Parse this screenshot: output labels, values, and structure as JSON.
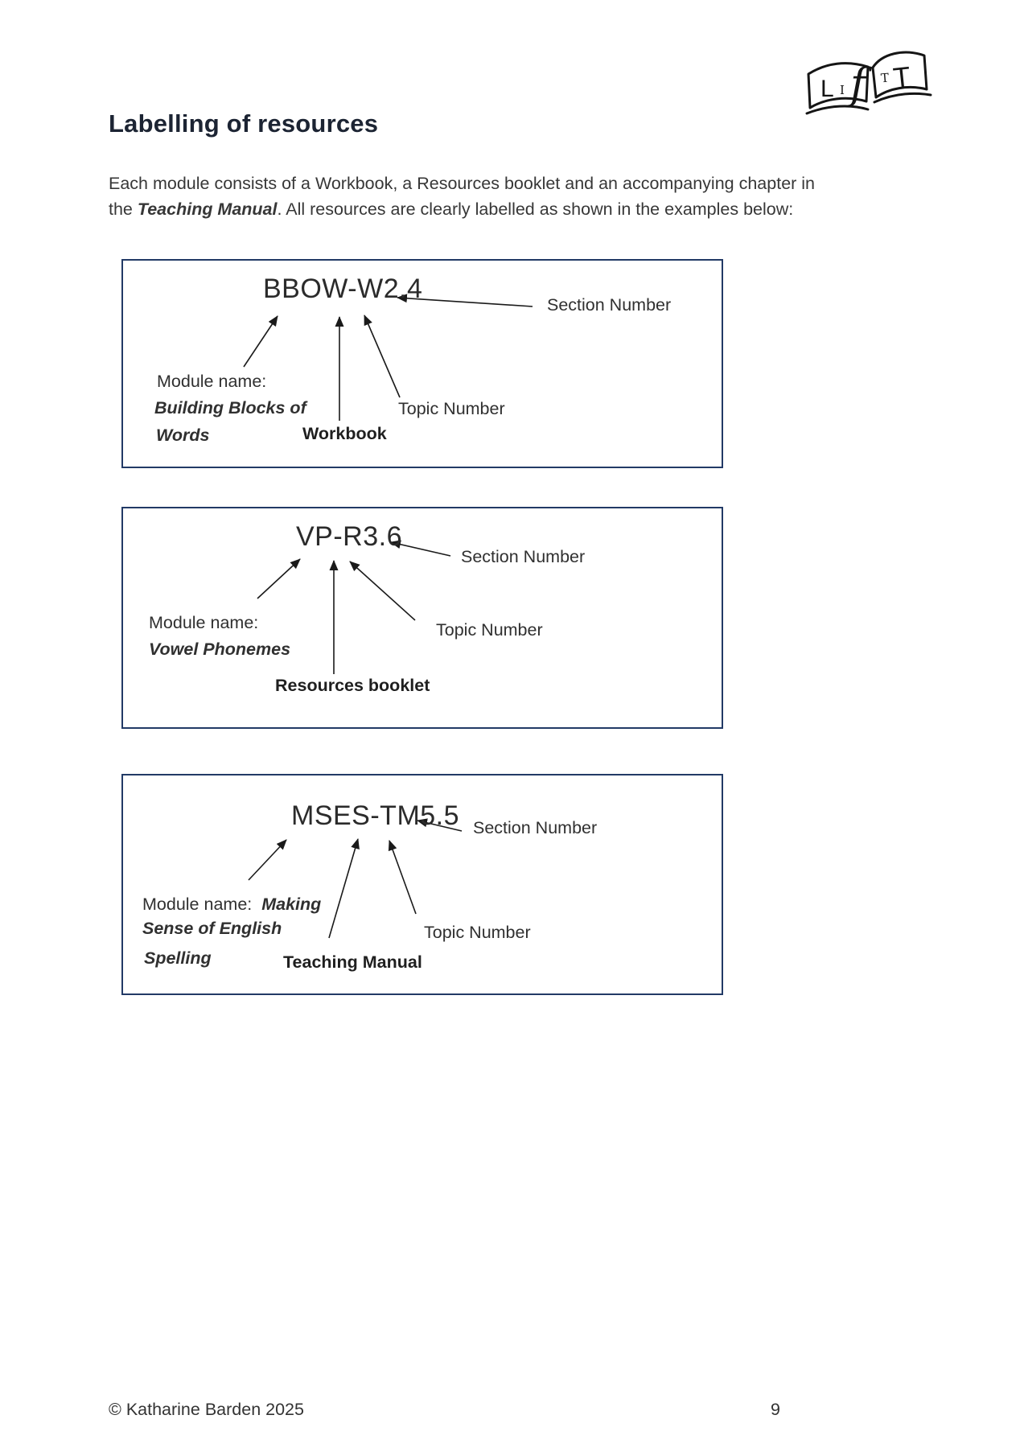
{
  "logo": {
    "alt": "LIfTT open book logo",
    "letters": [
      "L",
      "I",
      "f",
      "T",
      "T"
    ]
  },
  "heading": "Labelling of resources",
  "intro": {
    "line1": "Each module consists of a Workbook, a Resources booklet and an accompanying chapter in",
    "line2_prefix": "the ",
    "line2_emphasis": "Teaching Manual",
    "line2_suffix": ". All resources are clearly labelled as shown in the examples below:"
  },
  "boxes": [
    {
      "code": "BBOW-W2.4",
      "section_label": "Section Number",
      "topic_label": "Topic Number",
      "module_label": "Module name:",
      "module_name_line1": "Building Blocks of",
      "module_name_line2": "Words",
      "resource_label": "Workbook"
    },
    {
      "code": "VP-R3.6",
      "section_label": "Section Number",
      "topic_label": "Topic Number",
      "module_label": "Module name:",
      "module_name_line1": "Vowel Phonemes",
      "resource_label": "Resources booklet"
    },
    {
      "code": "MSES-TM5.5",
      "section_label": "Section Number",
      "topic_label": "Topic Number",
      "module_label": "Module name:",
      "module_name_inline": "Making",
      "module_name_line1": "Sense of English",
      "module_name_line2": "Spelling",
      "resource_label": "Teaching Manual"
    }
  ],
  "footer": {
    "copyright": "© Katharine Barden 2025",
    "page_number": "9"
  },
  "colors": {
    "box_border": "#223a66",
    "heading": "#1c2433",
    "body_text": "#373737"
  }
}
